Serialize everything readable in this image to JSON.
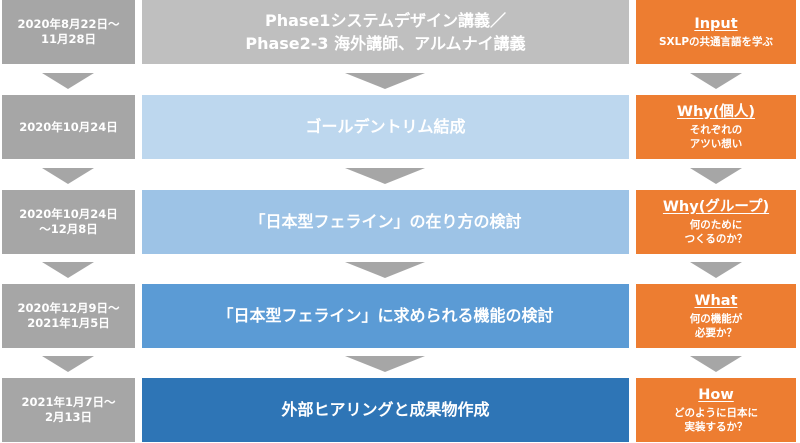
{
  "stages": [
    {
      "date": [
        "2020年8月22日～",
        "11月28日"
      ],
      "title": [
        "Phase1システムデザイン講義／",
        "Phase2-3 海外講師、アルムナイ講義"
      ],
      "color": "#bfbfbf",
      "tag_head": "Input",
      "tag_sub": [
        "SXLPの共通言語を学ぶ"
      ]
    },
    {
      "date": [
        "2020年10月24日"
      ],
      "title": [
        "ゴールデントリム結成"
      ],
      "color": "#bdd7ee",
      "tag_head": "Why(個人)",
      "tag_sub": [
        "それぞれの",
        "アツい想い"
      ]
    },
    {
      "date": [
        "2020年10月24日",
        "～12月8日"
      ],
      "title": [
        "「日本型フェライン」の在り方の検討"
      ],
      "color": "#9dc3e6",
      "tag_head": "Why(グループ)",
      "tag_sub": [
        "何のために",
        "つくるのか？"
      ]
    },
    {
      "date": [
        "2020年12月9日～",
        "2021年1月5日"
      ],
      "title": [
        "「日本型フェライン」に求められる機能の検討"
      ],
      "color": "#5b9bd5",
      "tag_head": "What",
      "tag_sub": [
        "何の機能が",
        "必要か？"
      ]
    },
    {
      "date": [
        "2021年1月7日～",
        "2月13日"
      ],
      "title": [
        "外部ヒアリングと成果物作成"
      ],
      "color": "#2e75b6",
      "tag_head": "How",
      "tag_sub": [
        "どのように日本に",
        "実装するか？"
      ]
    }
  ],
  "colors": {
    "date_box": "#a6a6a6",
    "tag_box": "#ed7d31",
    "arrow": "#a6a6a6"
  }
}
